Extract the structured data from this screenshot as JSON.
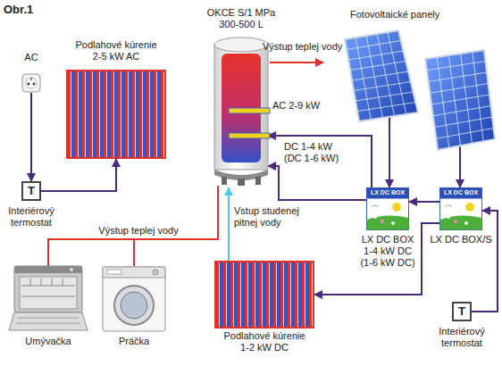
{
  "diagram": {
    "title": "Obr.1",
    "nodes": [
      {
        "text": [
          "AC"
        ]
      },
      {
        "text": [
          "T",
          "Interiérový termostat"
        ]
      },
      {
        "text": [
          "Podlahové kúrenie 2-5 kW AC"
        ]
      },
      {
        "text": [
          "OKCE S/1 MPa 300-500 L"
        ]
      },
      {
        "text": [
          "Fotovoltaické panely"
        ]
      },
      {
        "text": [
          "LX DC BOX",
          "LX DC BOX 1-4 kW DC (1-6 kW DC)"
        ]
      },
      {
        "text": [
          "LX DC BOX",
          "LX DC BOX/S"
        ]
      },
      {
        "text": [
          "Podlahové kúrenie 1-2 kW DC"
        ]
      },
      {
        "text": [
          "T",
          "Interiérový termostat"
        ]
      },
      {
        "text": [
          "Umývačka"
        ]
      },
      {
        "text": [
          "Práčka"
        ]
      }
    ],
    "edges": [
      {
        "from": 0,
        "to": 1,
        "arrow": "to"
      },
      {
        "from": 1,
        "to": 2,
        "arrow": "to"
      },
      {
        "from": 4,
        "to": 5,
        "arrow": "to"
      },
      {
        "from": 4,
        "to": 6,
        "arrow": "to"
      },
      {
        "from": 5,
        "to": 3,
        "label": "DC 1-4 kW (DC 1-6 kW)",
        "arrow": "to"
      },
      {
        "from": 5,
        "to": 3,
        "arrow": "to"
      },
      {
        "from": 6,
        "to": 5,
        "arrow": "to"
      },
      {
        "from": 6,
        "to": 7,
        "arrow": "to"
      },
      {
        "from": 8,
        "to": 6,
        "arrow": "to"
      },
      {
        "from": 3,
        "to": 9,
        "label": "Výstup teplej vody",
        "arrow": "none"
      },
      {
        "from": 3,
        "to": 10,
        "arrow": "none"
      }
    ],
    "labels": [
      "Výstup teplej vody",
      "AC 2-9 kW",
      "Vstup studenej pitnej vody"
    ]
  }
}
